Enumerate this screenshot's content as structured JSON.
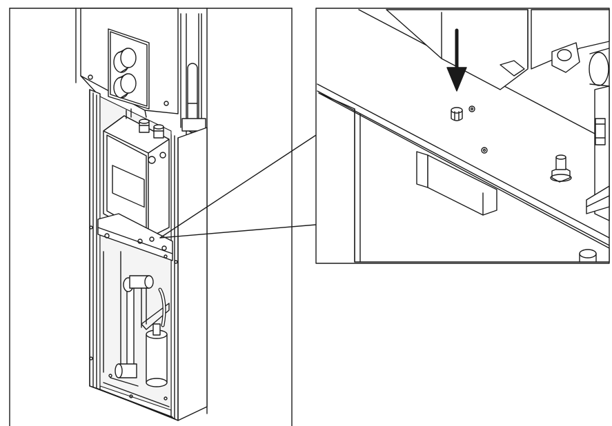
{
  "figure": {
    "stroke_color": "#1a1a1a",
    "fill_color": "#ffffff",
    "shade_color": "#e6e6e6",
    "panels": {
      "main_view": "installed-unit-view",
      "detail_view": "magnified-detail-view"
    },
    "callout": {
      "target": "mounting-plate-screw",
      "indicator": "down-arrow-icon"
    }
  }
}
